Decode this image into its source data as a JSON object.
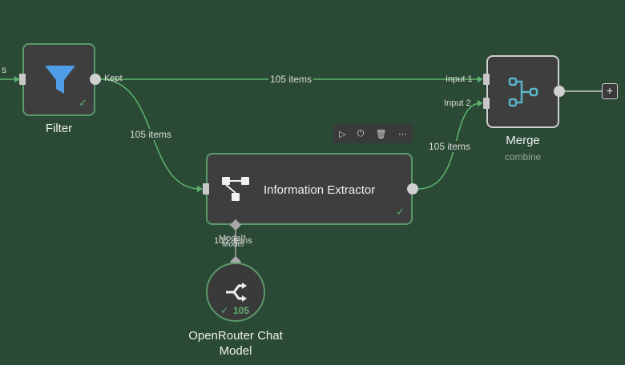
{
  "nodes": {
    "filter": {
      "title": "Filter",
      "output_label": "Kept"
    },
    "extractor": {
      "title": "Information Extractor",
      "input_label": "Model*"
    },
    "merge": {
      "title": "Merge",
      "subtitle": "combine",
      "input1": "Input 1",
      "input2": "Input 2"
    },
    "chat_model": {
      "title_line1": "OpenRouter Chat",
      "title_line2": "Model",
      "count": "105",
      "output_label": "Model"
    }
  },
  "edges": {
    "left_label": "s",
    "filter_to_merge": "105 items",
    "filter_to_extractor": "105 items",
    "extractor_to_merge": "105 items",
    "model_edge": "105 items"
  },
  "toolbar": {
    "run": "▷",
    "power": "⏻",
    "delete": "🗑",
    "more": "⋯"
  },
  "add_button": "+",
  "colors": {
    "background": "#2a4a35",
    "edge": "#5fb36e",
    "node": "#3e3e3e",
    "accent": "#4f9de8"
  }
}
